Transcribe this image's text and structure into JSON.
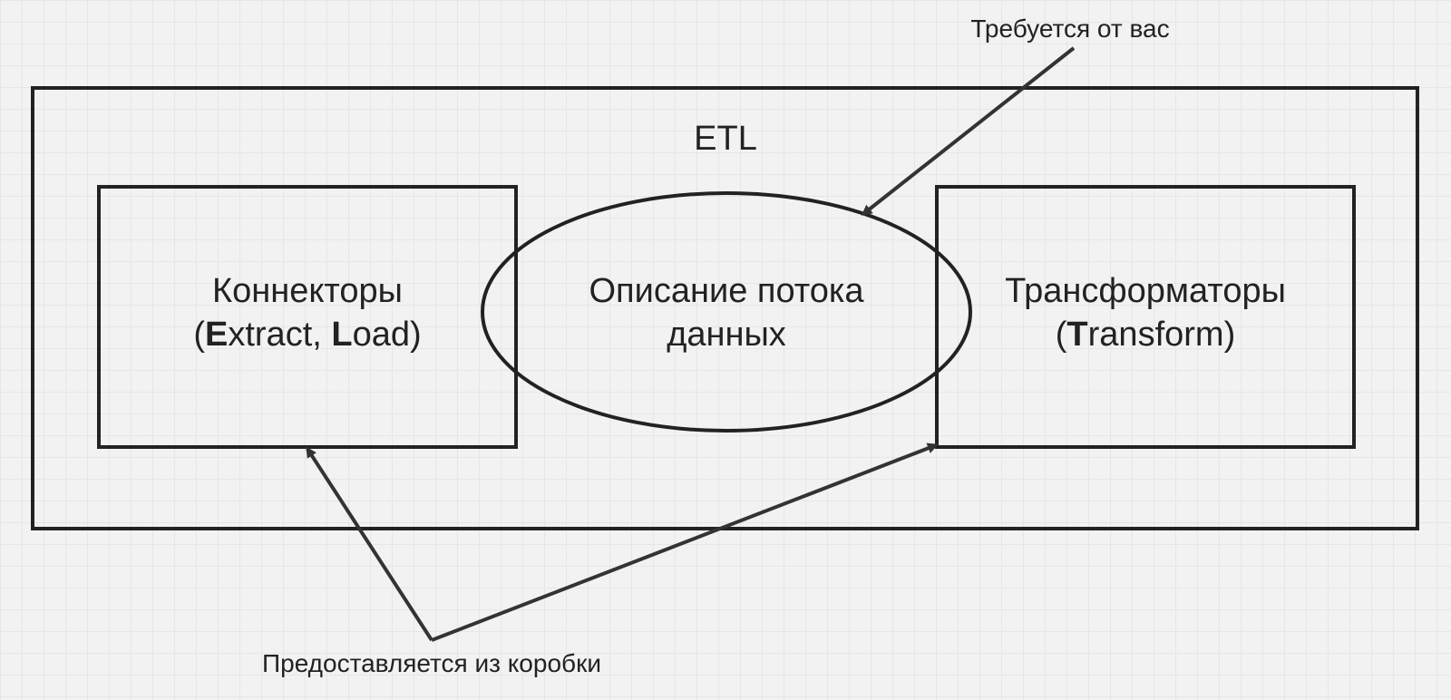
{
  "diagram": {
    "etl_title": "ETL",
    "connectors": {
      "line1": "Коннекторы",
      "open_paren": "(",
      "extract_initial": "E",
      "extract_rest": "xtract, ",
      "load_initial": "L",
      "load_rest": "oad)"
    },
    "flow": {
      "line1": "Описание потока",
      "line2": "данных"
    },
    "transformers": {
      "line1": "Трансформаторы",
      "open_paren": "(",
      "transform_initial": "T",
      "transform_rest": "ransform)"
    },
    "annotation_required": "Требуется от вас",
    "annotation_provided": "Предоставляется из коробки"
  },
  "colors": {
    "background": "#f2f2f2",
    "grid": "#e6e6e6",
    "stroke": "#222222",
    "arrow": "#333333"
  }
}
